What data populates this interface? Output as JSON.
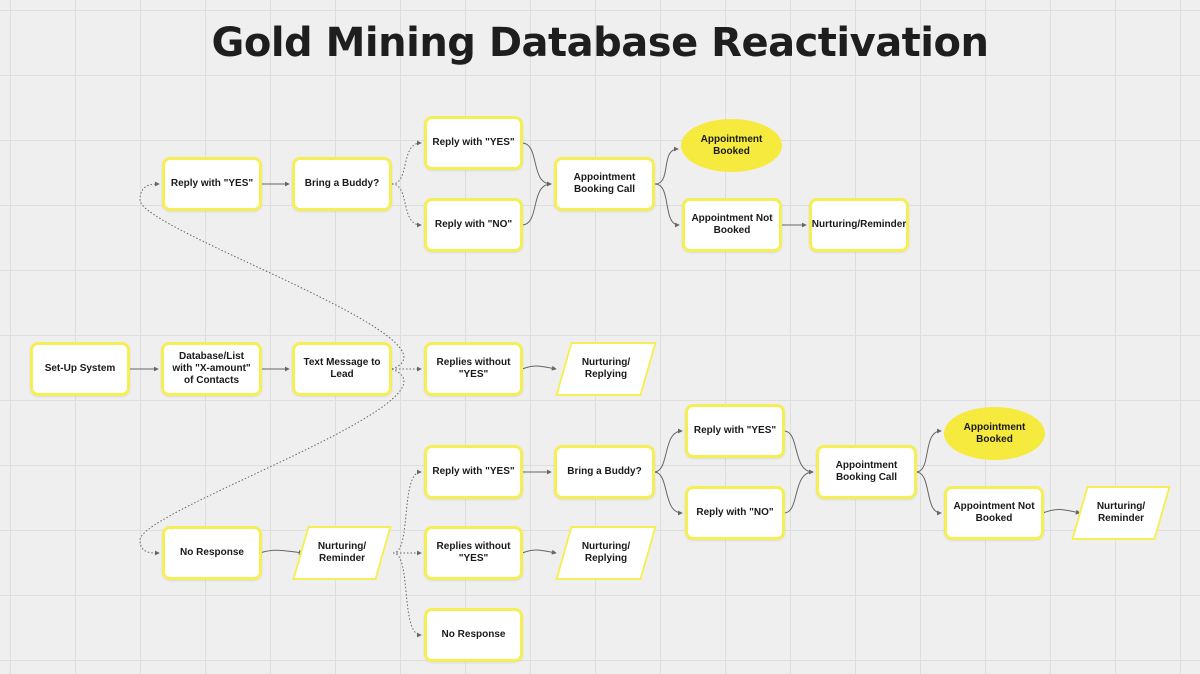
{
  "title": "Gold Mining Database Reactivation",
  "colors": {
    "box_border": "#f6ee55",
    "oval_fill": "#f6ea3f",
    "connector": "#666666"
  },
  "nodes": {
    "setup": "Set-Up System",
    "database": "Database/List with \"X-amount\" of Contacts",
    "text_message": "Text Message to Lead",
    "top_reply_yes": "Reply with \"YES\"",
    "top_buddy": "Bring a Buddy?",
    "top_buddy_yes": "Reply with \"YES\"",
    "top_buddy_no": "Reply with \"NO\"",
    "top_booking_call": "Appointment Booking Call",
    "top_booked": "Appointment Booked",
    "top_not_booked": "Appointment Not Booked",
    "top_nurturing": "Nurturing/Reminder",
    "mid_replies_without": "Replies without \"YES\"",
    "mid_nurturing_replying": "Nurturing/ Replying",
    "no_response": "No Response",
    "nr_nurturing": "Nurturing/ Reminder",
    "nr_reply_yes": "Reply with \"YES\"",
    "nr_replies_without": "Replies without \"YES\"",
    "nr_nurturing_replying": "Nurturing/ Replying",
    "nr_no_response": "No Response",
    "bot_buddy": "Bring a Buddy?",
    "bot_buddy_yes": "Reply with \"YES\"",
    "bot_buddy_no": "Reply with \"NO\"",
    "bot_booking_call": "Appointment Booking Call",
    "bot_booked": "Appointment Booked",
    "bot_not_booked": "Appointment Not Booked",
    "bot_nurturing": "Nurturing/ Reminder"
  }
}
